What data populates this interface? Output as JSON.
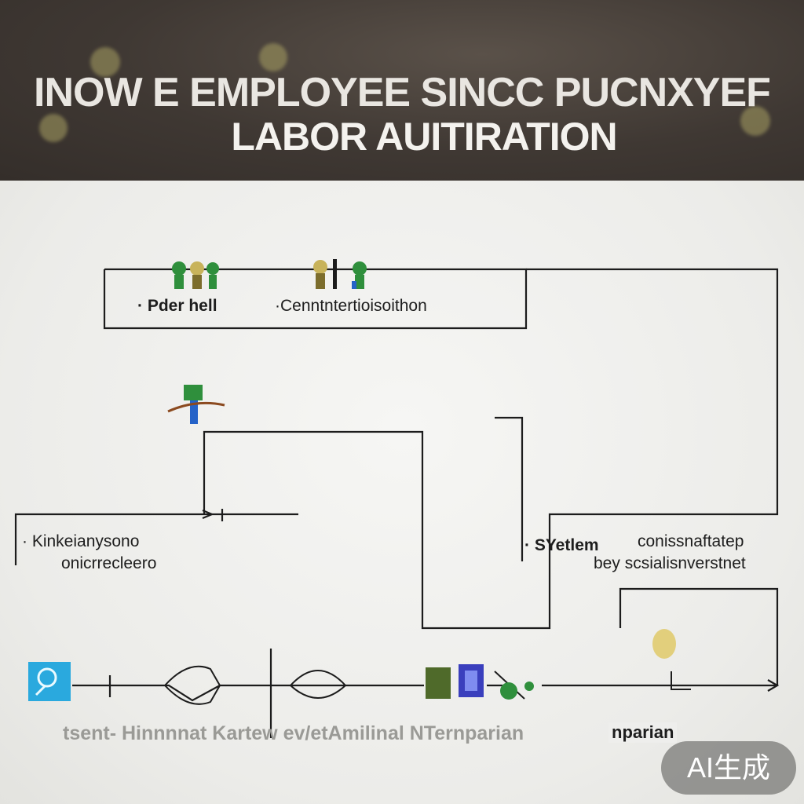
{
  "title": {
    "line1": "INOW E EMPLOYEE SINCC PUCNXYEF",
    "line2": "LABOR AUITIRATION"
  },
  "nodes": {
    "top_left": "· Pder hell",
    "top_right": "·Cenntntertioisoithon",
    "left_line1": "· Kinkeianysono",
    "left_line2": "onicrrecleero",
    "right_line1": "· SYetlem",
    "right_line1b": "conissnaftatep",
    "right_line2": "bey scsialisnverstnet"
  },
  "footer": {
    "left_text": "tsent- Hinnnnat Kartew ev/etAmilinal NTernparian",
    "right_text": "nparian"
  },
  "badge": "AI生成",
  "colors": {
    "header_bg": "#3f3833",
    "board_bg": "#efefed",
    "line": "#1c1c1c"
  },
  "icons": [
    "people-icon",
    "people-icon",
    "person-icon",
    "chat-icon",
    "handshake-icon",
    "eye-icon",
    "document-icon",
    "document-icon",
    "pen-icon",
    "lightbulb-icon"
  ]
}
